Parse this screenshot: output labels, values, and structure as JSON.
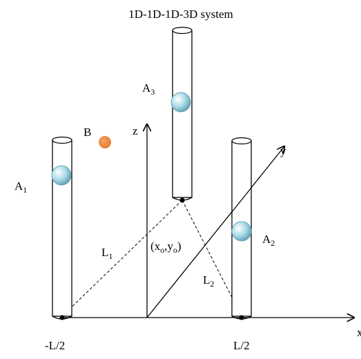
{
  "title": "1D-1D-1D-3D system",
  "labels": {
    "a1": {
      "main": "A",
      "sub": "1"
    },
    "a2": {
      "main": "A",
      "sub": "2"
    },
    "a3": {
      "main": "A",
      "sub": "3"
    },
    "b": "B",
    "l1": {
      "main": "L",
      "sub": "1"
    },
    "l2": {
      "main": "L",
      "sub": "2"
    },
    "point": {
      "open": "(x",
      "sub1": "o",
      "mid": ",y",
      "sub2": "o",
      "close": ")"
    },
    "x_axis": "x",
    "y_axis": "y",
    "z_axis": "z",
    "left_pos": "-L/2",
    "right_pos": "L/2"
  },
  "colors": {
    "atom_fill": "#a9dbe6",
    "atom_edge": "#5f9fb0",
    "b_fill": "#e9782b",
    "line": "#000000"
  }
}
